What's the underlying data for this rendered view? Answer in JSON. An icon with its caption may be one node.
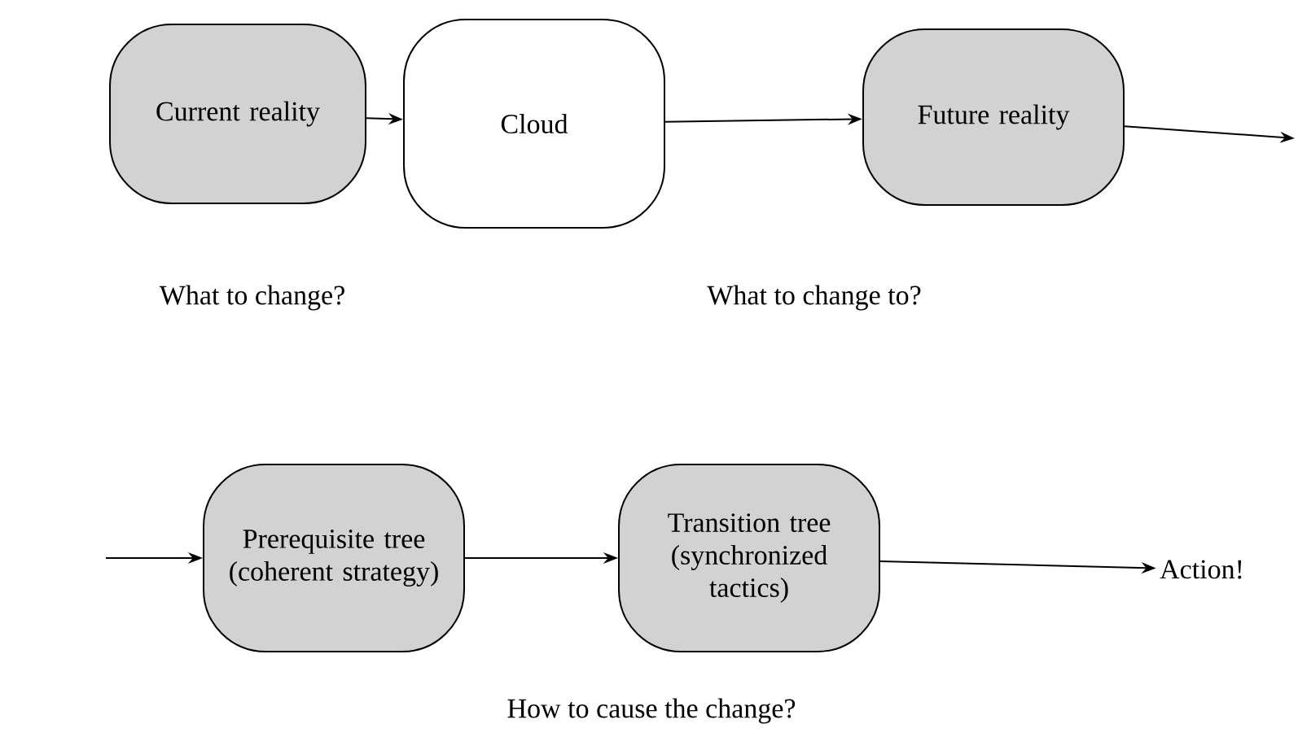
{
  "diagram": {
    "nodes": [
      {
        "text": [
          "Current reality"
        ]
      },
      {
        "text": [
          "Cloud"
        ]
      },
      {
        "text": [
          "Future reality"
        ]
      },
      {
        "text": [
          "Prerequisite tree (coherent strategy)"
        ]
      },
      {
        "text": [
          "Transition tree (synchronized tactics)"
        ]
      },
      {
        "text": [
          "Action!"
        ]
      }
    ],
    "edges": [
      {
        "from": 0,
        "to": 1,
        "arrow": "to"
      },
      {
        "from": 1,
        "to": 2,
        "arrow": "to"
      },
      {
        "from": 2,
        "to": null,
        "arrow": "to"
      },
      {
        "from": null,
        "to": 3,
        "arrow": "to"
      },
      {
        "from": 3,
        "to": 4,
        "arrow": "to"
      },
      {
        "from": 4,
        "to": 5,
        "arrow": "to"
      }
    ],
    "labels": [
      "What to change?",
      "What to change to?",
      "How to cause the change?"
    ]
  }
}
